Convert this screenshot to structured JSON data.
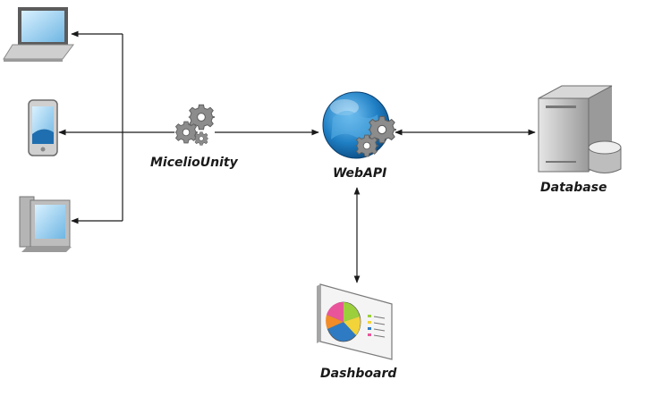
{
  "nodes": {
    "micelio_unity": {
      "label": "MicelioUnity",
      "icon": "gears-icon"
    },
    "webapi": {
      "label": "WebAPI",
      "icon": "globe-with-gears-icon"
    },
    "database": {
      "label": "Database",
      "icon": "server-database-icon"
    },
    "dashboard": {
      "label": "Dashboard",
      "icon": "dashboard-pie-chart-icon"
    },
    "clients": [
      {
        "icon": "laptop-icon"
      },
      {
        "icon": "smartphone-icon"
      },
      {
        "icon": "desktop-computer-icon"
      }
    ]
  },
  "colors": {
    "line": "#1a1a1a",
    "globe": "#1f7fc4",
    "gear": "#8c8c8c",
    "server": "#b8b8b8",
    "screen": "#9fd3f0"
  }
}
